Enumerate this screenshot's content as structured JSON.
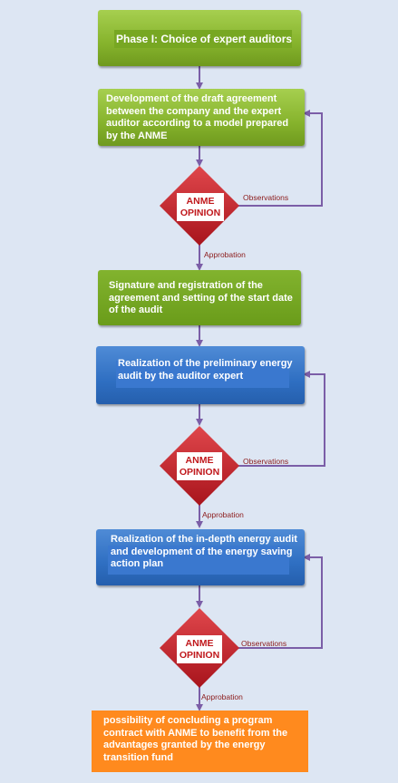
{
  "nodes": {
    "phase_title": "Phase I: Choice of expert auditors",
    "draft_agreement": "Development of the draft agreement between the company and the expert auditor according to a model prepared by the ANME",
    "signature": "Signature and registration of the agreement and setting of the start date of the audit",
    "preliminary_audit": "Realization of the preliminary energy audit by the auditor expert",
    "indepth_audit": "Realization of the in-depth energy audit and development of the energy saving action plan",
    "final": "possibility of concluding a program contract with ANME to benefit from the advantages granted by the energy transition fund"
  },
  "decisions": {
    "d1": "ANME OPINION",
    "d2": "ANME OPINION",
    "d3": "ANME OPINION"
  },
  "edge_labels": {
    "obs1": "Observations",
    "obs2": "Observations",
    "obs3": "Observations",
    "app1": "Approbation",
    "app2": "Approbation",
    "app3": "Approbation"
  },
  "colors": {
    "green": "#86b32c",
    "blue": "#2f6fc2",
    "orange": "#ff8a1e",
    "decision": "#c8202a",
    "arrow": "#7b5ea7"
  }
}
